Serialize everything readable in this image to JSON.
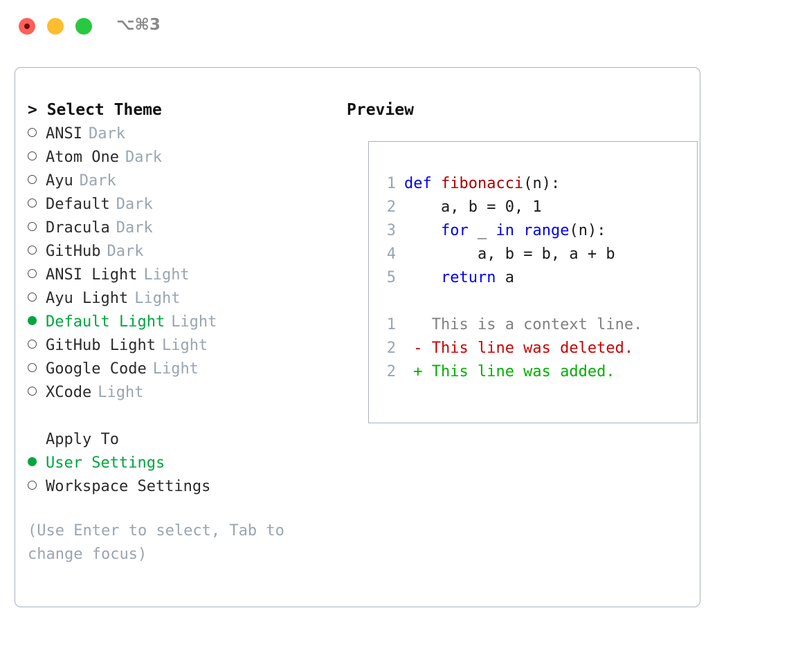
{
  "window": {
    "title": "⌥⌘3",
    "traffic_lights": [
      "close-red",
      "minimize-yellow",
      "zoom-green"
    ]
  },
  "theme_picker": {
    "header": "> Select Theme",
    "items": [
      {
        "label": "ANSI",
        "tag": "Dark",
        "selected": false
      },
      {
        "label": "Atom One",
        "tag": "Dark",
        "selected": false
      },
      {
        "label": "Ayu",
        "tag": "Dark",
        "selected": false
      },
      {
        "label": "Default",
        "tag": "Dark",
        "selected": false
      },
      {
        "label": "Dracula",
        "tag": "Dark",
        "selected": false
      },
      {
        "label": "GitHub",
        "tag": "Dark",
        "selected": false
      },
      {
        "label": "ANSI Light",
        "tag": "Light",
        "selected": false
      },
      {
        "label": "Ayu Light",
        "tag": "Light",
        "selected": false
      },
      {
        "label": "Default Light",
        "tag": "Light",
        "selected": true
      },
      {
        "label": "GitHub Light",
        "tag": "Light",
        "selected": false
      },
      {
        "label": "Google Code",
        "tag": "Light",
        "selected": false
      },
      {
        "label": "XCode",
        "tag": "Light",
        "selected": false
      }
    ]
  },
  "apply_to": {
    "header": "Apply To",
    "items": [
      {
        "label": "User Settings",
        "selected": true
      },
      {
        "label": "Workspace Settings",
        "selected": false
      }
    ]
  },
  "hint": "(Use Enter to select, Tab to change focus)",
  "preview": {
    "header": "Preview",
    "code_lines": [
      {
        "num": "1",
        "indent": "",
        "tokens": [
          {
            "t": "def",
            "c": "kw"
          },
          {
            "t": " ",
            "c": "pl"
          },
          {
            "t": "fibonacci",
            "c": "fn"
          },
          {
            "t": "(n):",
            "c": "pl"
          }
        ]
      },
      {
        "num": "2",
        "indent": "    ",
        "tokens": [
          {
            "t": "a, b = 0, 1",
            "c": "pl"
          }
        ]
      },
      {
        "num": "3",
        "indent": "    ",
        "tokens": [
          {
            "t": "for",
            "c": "kw"
          },
          {
            "t": " _ ",
            "c": "pl"
          },
          {
            "t": "in",
            "c": "kw"
          },
          {
            "t": " ",
            "c": "pl"
          },
          {
            "t": "range",
            "c": "kw"
          },
          {
            "t": "(n):",
            "c": "pl"
          }
        ]
      },
      {
        "num": "4",
        "indent": "        ",
        "tokens": [
          {
            "t": "a, b = b, a + b",
            "c": "pl"
          }
        ]
      },
      {
        "num": "5",
        "indent": "    ",
        "tokens": [
          {
            "t": "return",
            "c": "kw"
          },
          {
            "t": " a",
            "c": "pl"
          }
        ]
      }
    ],
    "diff_lines": [
      {
        "num": "1",
        "sign": " ",
        "text": "This is a context line.",
        "kind": "ctx"
      },
      {
        "num": "2",
        "sign": "-",
        "text": "This line was deleted.",
        "kind": "del"
      },
      {
        "num": "2",
        "sign": "+",
        "text": "This line was added.",
        "kind": "add"
      }
    ]
  },
  "colors": {
    "selected_green": "#00a63e",
    "tag_gray": "#9aa5b1",
    "keyword_blue": "#0000ee",
    "function_red": "#aa0000",
    "diff_delete": "#cc0000",
    "diff_add": "#00b000",
    "border": "#a9b2bf"
  }
}
